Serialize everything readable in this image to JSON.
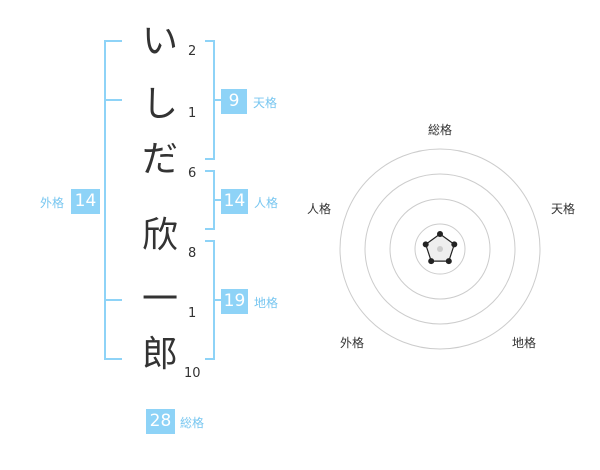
{
  "name_chars": [
    {
      "char": "い",
      "strokes": "2"
    },
    {
      "char": "し",
      "strokes": "1"
    },
    {
      "char": "だ",
      "strokes": "6"
    },
    {
      "char": "欣",
      "strokes": "8"
    },
    {
      "char": "一",
      "strokes": "1"
    },
    {
      "char": "郎",
      "strokes": "10"
    }
  ],
  "kakusu": {
    "tenkaku": {
      "value": "9",
      "label": "天格"
    },
    "jinkaku": {
      "value": "14",
      "label": "人格"
    },
    "chikaku": {
      "value": "19",
      "label": "地格"
    },
    "gaikaku": {
      "value": "14",
      "label": "外格"
    },
    "soukaku": {
      "value": "28",
      "label": "総格"
    }
  },
  "radar": {
    "axis_labels": {
      "top": "総格",
      "upper_right": "天格",
      "lower_right": "地格",
      "lower_left": "外格",
      "upper_left": "人格"
    },
    "rings": 4,
    "values": [
      0.15,
      0.15,
      0.15,
      0.15,
      0.15
    ]
  },
  "colors": {
    "accent": "#8ed3f7",
    "accent_text": "#77c6f0",
    "text": "#333333",
    "grid": "#cccccc"
  }
}
